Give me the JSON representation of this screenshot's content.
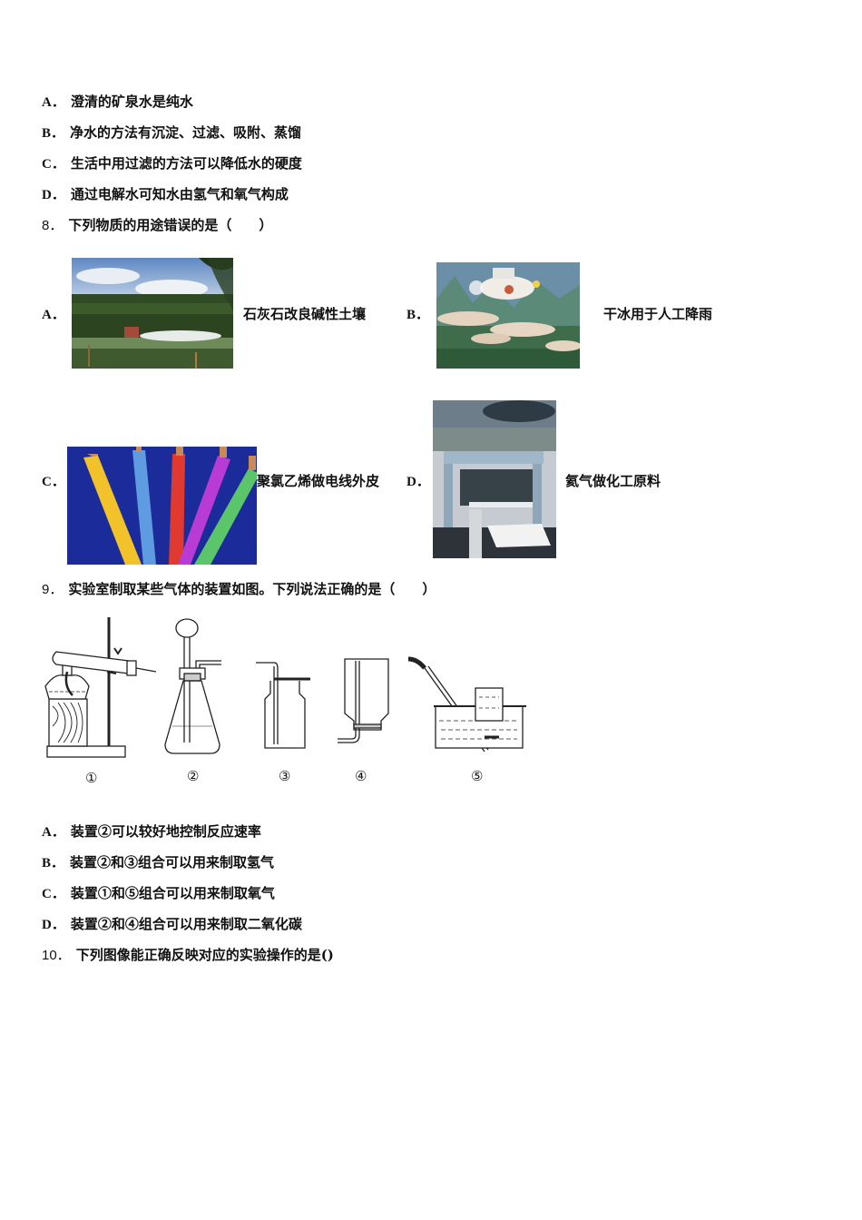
{
  "q7_options": [
    {
      "label": "A．",
      "text": "澄清的矿泉水是纯水"
    },
    {
      "label": "B．",
      "text": "净水的方法有沉淀、过滤、吸附、蒸馏"
    },
    {
      "label": "C．",
      "text": "生活中用过滤的方法可以降低水的硬度"
    },
    {
      "label": "D．",
      "text": "通过电解水可知水由氢气和氧气构成"
    }
  ],
  "q8": {
    "number": "8．",
    "stem": "下列物质的用途错误的是（　　）",
    "options": [
      {
        "label": "A．",
        "text": "石灰石改良碱性土壤",
        "image": "farm-field-spraying-photo"
      },
      {
        "label": "B．",
        "text": "干冰用于人工降雨",
        "image": "airplane-cloud-seeding-illustration"
      },
      {
        "label": "C．",
        "text": "聚氯乙烯做电线外皮",
        "image": "colored-electric-wires-photo"
      },
      {
        "label": "D．",
        "text": "氦气做化工原料",
        "image": "chemical-factory-machine-photo"
      }
    ]
  },
  "q9": {
    "number": "9．",
    "stem": "实验室制取某些气体的装置如图。下列说法正确的是（　　）",
    "apparatus_labels": [
      "①",
      "②",
      "③",
      "④",
      "⑤"
    ],
    "options": [
      {
        "label": "A．",
        "text": "装置②可以较好地控制反应速率"
      },
      {
        "label": "B．",
        "text": "装置②和③组合可以用来制取氢气"
      },
      {
        "label": "C．",
        "text": "装置①和⑤组合可以用来制取氧气"
      },
      {
        "label": "D．",
        "text": "装置②和④组合可以用来制取二氧化碳"
      }
    ]
  },
  "q10": {
    "number": "10．",
    "stem": "下列图像能正确反映对应的实验操作的是()"
  }
}
